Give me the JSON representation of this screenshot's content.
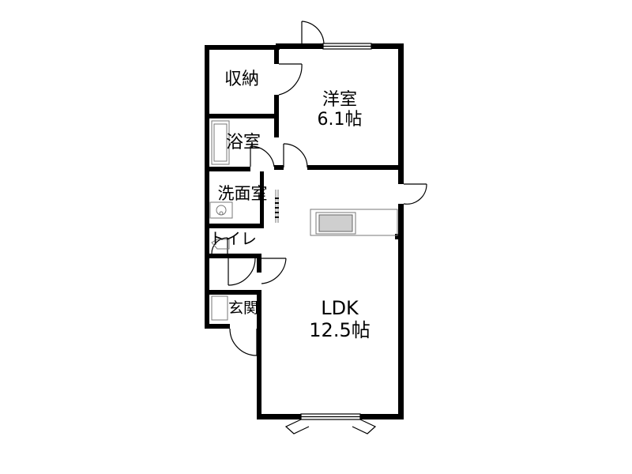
{
  "rooms": {
    "western_room": {
      "name": "洋室",
      "size": "6.1帖"
    },
    "storage": {
      "name": "収納"
    },
    "bathroom": {
      "name": "浴室"
    },
    "washroom": {
      "name": "洗面室"
    },
    "toilet": {
      "name": "トイレ"
    },
    "entrance": {
      "name": "玄関"
    },
    "ldk": {
      "name": "LDK",
      "size": "12.5帖"
    }
  }
}
